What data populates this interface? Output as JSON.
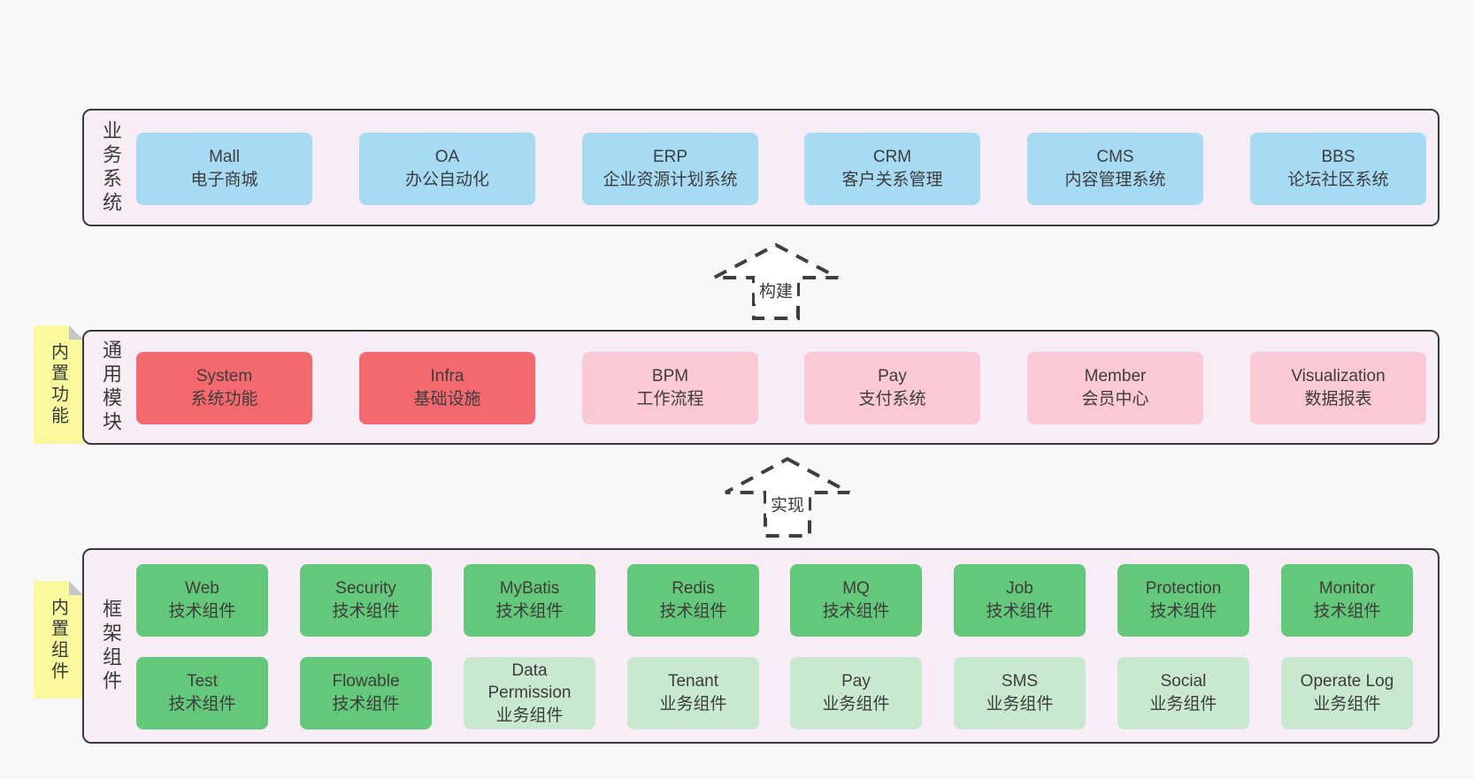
{
  "colors": {
    "page_bg": "#f8f8f8",
    "band_bg": "#f8edf6",
    "band_border": "#3a3a3a",
    "blue_box": "#a7dbf4",
    "red_box": "#f4696e",
    "pink_box": "#fac9d3",
    "green_box": "#64c87a",
    "light_green_box": "#c8e9cd",
    "sticky_yellow": "#fbf99d",
    "text": "#3d3d3d"
  },
  "arrows": [
    {
      "label": "构建"
    },
    {
      "label": "实现"
    }
  ],
  "bands": [
    {
      "label": "业务系统",
      "boxes": [
        {
          "title": "Mall",
          "subtitle": "电子商城"
        },
        {
          "title": "OA",
          "subtitle": "办公自动化"
        },
        {
          "title": "ERP",
          "subtitle": "企业资源计划系统"
        },
        {
          "title": "CRM",
          "subtitle": "客户关系管理"
        },
        {
          "title": "CMS",
          "subtitle": "内容管理系统"
        },
        {
          "title": "BBS",
          "subtitle": "论坛社区系统"
        }
      ]
    },
    {
      "label": "通用模块",
      "sticky": "内置功能",
      "boxes": [
        {
          "title": "System",
          "subtitle": "系统功能",
          "variant": "red"
        },
        {
          "title": "Infra",
          "subtitle": "基础设施",
          "variant": "red"
        },
        {
          "title": "BPM",
          "subtitle": "工作流程",
          "variant": "pink"
        },
        {
          "title": "Pay",
          "subtitle": "支付系统",
          "variant": "pink"
        },
        {
          "title": "Member",
          "subtitle": "会员中心",
          "variant": "pink"
        },
        {
          "title": "Visualization",
          "subtitle": "数据报表",
          "variant": "pink"
        }
      ]
    },
    {
      "label": "框架组件",
      "sticky": "内置组件",
      "rows": [
        [
          {
            "title": "Web",
            "subtitle": "技术组件",
            "variant": "green"
          },
          {
            "title": "Security",
            "subtitle": "技术组件",
            "variant": "green"
          },
          {
            "title": "MyBatis",
            "subtitle": "技术组件",
            "variant": "green"
          },
          {
            "title": "Redis",
            "subtitle": "技术组件",
            "variant": "green"
          },
          {
            "title": "MQ",
            "subtitle": "技术组件",
            "variant": "green"
          },
          {
            "title": "Job",
            "subtitle": "技术组件",
            "variant": "green"
          },
          {
            "title": "Protection",
            "subtitle": "技术组件",
            "variant": "green"
          },
          {
            "title": "Monitor",
            "subtitle": "技术组件",
            "variant": "green"
          }
        ],
        [
          {
            "title": "Test",
            "subtitle": "技术组件",
            "variant": "green"
          },
          {
            "title": "Flowable",
            "subtitle": "技术组件",
            "variant": "green"
          },
          {
            "title": "Data Permission",
            "subtitle": "业务组件",
            "variant": "light_green"
          },
          {
            "title": "Tenant",
            "subtitle": "业务组件",
            "variant": "light_green"
          },
          {
            "title": "Pay",
            "subtitle": "业务组件",
            "variant": "light_green"
          },
          {
            "title": "SMS",
            "subtitle": "业务组件",
            "variant": "light_green"
          },
          {
            "title": "Social",
            "subtitle": "业务组件",
            "variant": "light_green"
          },
          {
            "title": "Operate Log",
            "subtitle": "业务组件",
            "variant": "light_green"
          }
        ]
      ]
    }
  ]
}
